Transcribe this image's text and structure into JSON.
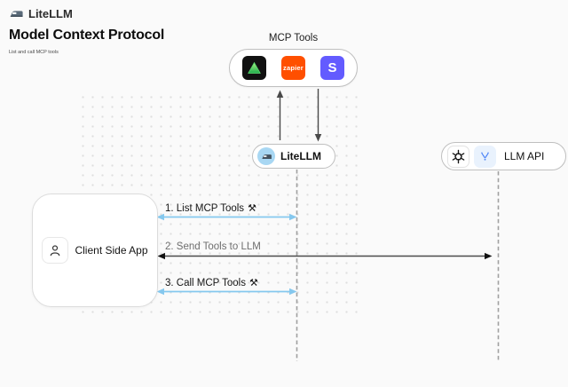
{
  "header": {
    "brand": "LiteLLM",
    "brand_icon": "train-icon",
    "title": "Model Context Protocol",
    "subtitle": "List and call MCP tools"
  },
  "diagram": {
    "mcp_tools": {
      "label": "MCP Tools",
      "tools": [
        {
          "icon": "triangle-tool-icon",
          "text": "",
          "bg": "#111111",
          "accent": "#2ECC5B"
        },
        {
          "icon": "zapier-icon",
          "text": "zapier",
          "bg": "#FF4F00"
        },
        {
          "icon": "stripe-icon",
          "text": "S",
          "bg": "#635BFF"
        }
      ]
    },
    "litellm_node": {
      "label": "LiteLLM",
      "icon": "litellm-train-icon"
    },
    "llm_api_node": {
      "label": "LLM API",
      "icons": [
        "openai-knot-icon",
        "ai-provider-icon"
      ]
    },
    "client_node": {
      "label": "Client Side App",
      "icon": "person-icon"
    },
    "steps": [
      {
        "label": "1. List MCP Tools",
        "glyph": "⚒",
        "line_color": "#85C8EE"
      },
      {
        "label": "2. Send Tools to LLM",
        "glyph": "",
        "line_color": "#4B4B4B"
      },
      {
        "label": "3. Call MCP Tools",
        "glyph": "⚒",
        "line_color": "#85C8EE"
      }
    ],
    "colors": {
      "background": "#FAFAFA",
      "accent_blue": "#85C8EE",
      "zapier_orange": "#FF4F00",
      "stripe_purple": "#635BFF",
      "triangle_green": "#2ECC5B",
      "litellm_circle_blue": "#A8D7F3"
    }
  }
}
